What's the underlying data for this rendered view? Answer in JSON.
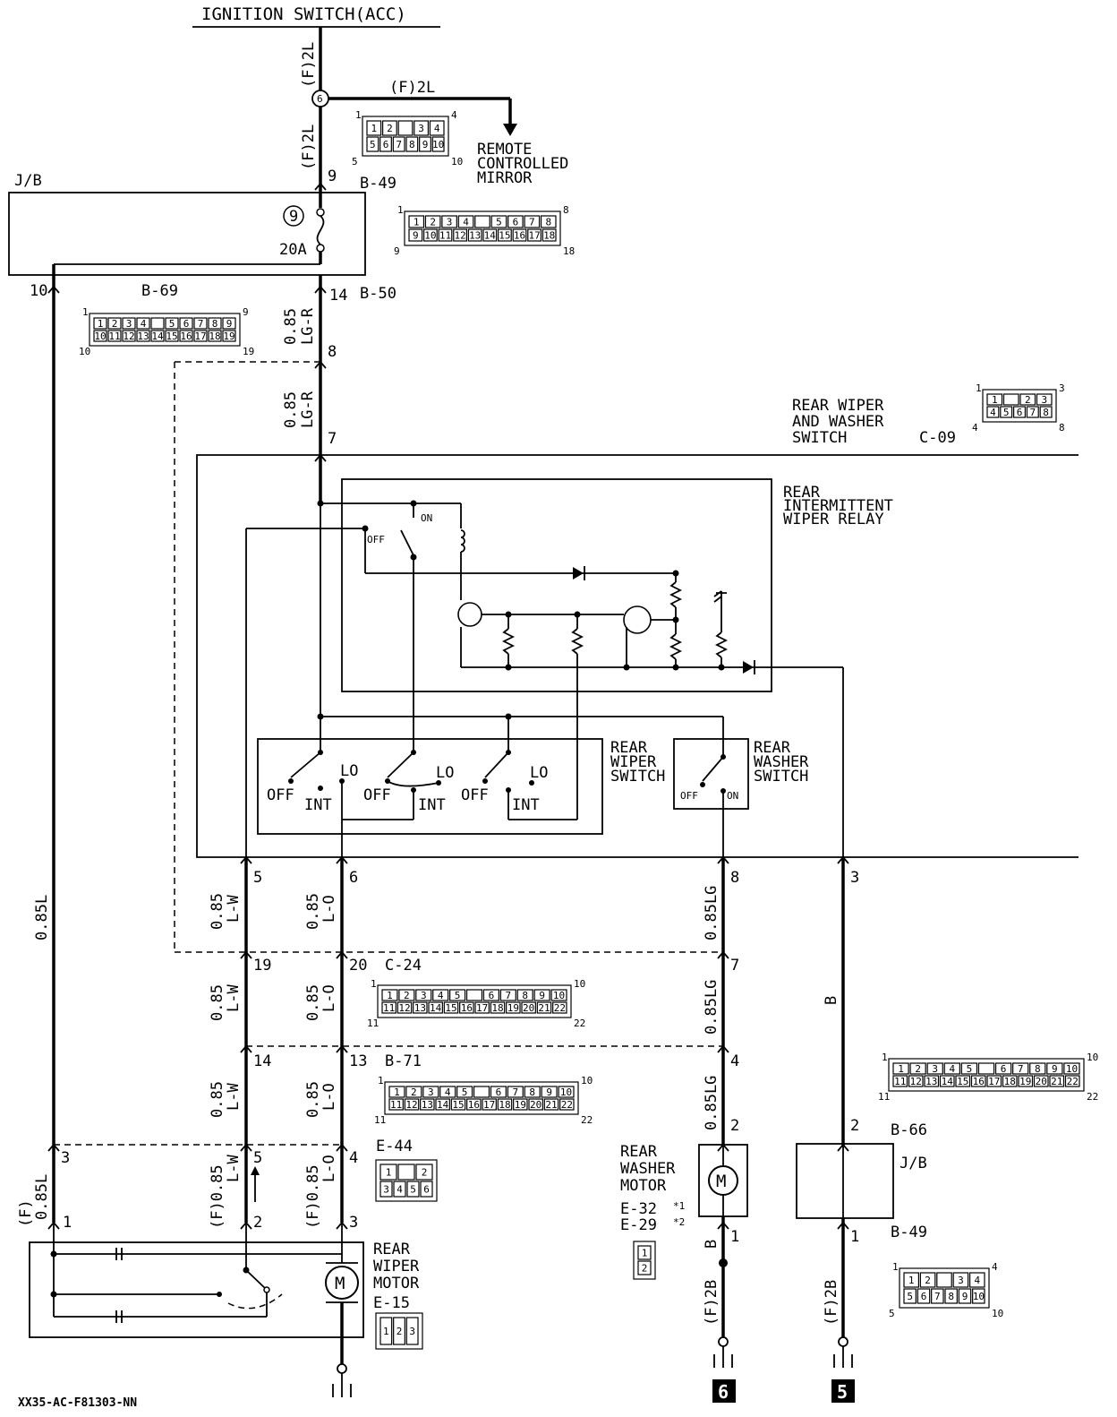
{
  "title": "IGNITION SWITCH(ACC)",
  "footer_code": "XX35-AC-F81303-NN",
  "ground_refs": [
    "6",
    "5"
  ],
  "labels": {
    "f2l_top": "(F)2L",
    "f2l_branch": "(F)2L",
    "f2l_mid": "(F)2L",
    "remote_mirror": [
      "REMOTE",
      "CONTROLLED",
      "MIRROR"
    ],
    "jb_top": "J/B",
    "fuse_num": "9",
    "fuse_rating": "20A",
    "pin_9": "9",
    "b49_top": "B-49",
    "pin_10": "10",
    "b69": "B-69",
    "pin_14_b50": "14",
    "b50": "B-50",
    "wire_085": "0.85",
    "wire_lgr": "LG-R",
    "pin_8_top": "8",
    "pin_7_top": "7",
    "rear_wiper_washer_switch": [
      "REAR WIPER",
      "AND WASHER",
      "SWITCH"
    ],
    "c09": "C-09",
    "relay": [
      "REAR",
      "INTERMITTENT",
      "WIPER RELAY"
    ],
    "on": "ON",
    "off": "OFF",
    "lo": "LO",
    "int": "INT",
    "rear_wiper_switch": [
      "REAR",
      "WIPER",
      "SWITCH"
    ],
    "rear_washer_switch": [
      "REAR",
      "WASHER",
      "SWITCH"
    ],
    "wire_085l": "0.85L",
    "wire_lw": "L-W",
    "wire_lo": "L-O",
    "wire_085lg": "0.85LG",
    "wire_b": "B",
    "pin_5": "5",
    "pin_6": "6",
    "pin_8": "8",
    "pin_3": "3",
    "pin_19": "19",
    "pin_20": "20",
    "c24": "C-24",
    "pin_7": "7",
    "pin_14": "14",
    "pin_13": "13",
    "b71": "B-71",
    "pin_4": "4",
    "pin_2": "2",
    "pin_1": "1",
    "e44": "E-44",
    "b66": "B-66",
    "jb_bottom": "J/B",
    "b49_bottom": "B-49",
    "f_label": "(F)",
    "f085l": "0.85L",
    "f085lw": "(F)0.85",
    "f085lo": "(F)0.85",
    "rear_washer_motor": [
      "REAR",
      "WASHER",
      "MOTOR"
    ],
    "e32": "E-32",
    "e29": "E-29",
    "star1": "*1",
    "star2": "*2",
    "f2b": "(F)2B",
    "rear_wiper_motor": [
      "REAR",
      "WIPER",
      "MOTOR"
    ],
    "e15": "E-15",
    "motor_m": "M"
  },
  "connectors": {
    "b49_top": {
      "row1": [
        "1",
        "2",
        "",
        "3",
        "4"
      ],
      "row2": [
        "5",
        "6",
        "7",
        "8",
        "9",
        "10"
      ],
      "corner": [
        "1",
        "4",
        "5",
        "10"
      ]
    },
    "b50": {
      "row1": [
        "1",
        "2",
        "3",
        "4",
        "",
        "5",
        "6",
        "7",
        "8"
      ],
      "row2": [
        "9",
        "10",
        "11",
        "12",
        "13",
        "14",
        "15",
        "16",
        "17",
        "18"
      ],
      "corner": [
        "1",
        "8",
        "9",
        "18"
      ]
    },
    "b69": {
      "row1": [
        "1",
        "2",
        "3",
        "4",
        "",
        "5",
        "6",
        "7",
        "8",
        "9"
      ],
      "row2": [
        "10",
        "11",
        "12",
        "13",
        "14",
        "15",
        "16",
        "17",
        "18",
        "19"
      ],
      "corner": [
        "1",
        "9",
        "10",
        "19"
      ]
    },
    "c09": {
      "row1": [
        "1",
        "",
        "2",
        "3"
      ],
      "row2": [
        "4",
        "5",
        "6",
        "7",
        "8"
      ],
      "corner": [
        "1",
        "3",
        "4",
        "8"
      ]
    },
    "c24": {
      "row1": [
        "1",
        "2",
        "3",
        "4",
        "5",
        "",
        "6",
        "7",
        "8",
        "9",
        "10"
      ],
      "row2": [
        "11",
        "12",
        "13",
        "14",
        "15",
        "16",
        "17",
        "18",
        "19",
        "20",
        "21",
        "22"
      ],
      "corner": [
        "1",
        "10",
        "11",
        "22"
      ]
    },
    "b71": {
      "row1": [
        "1",
        "2",
        "3",
        "4",
        "5",
        "",
        "6",
        "7",
        "8",
        "9",
        "10"
      ],
      "row2": [
        "11",
        "12",
        "13",
        "14",
        "15",
        "16",
        "17",
        "18",
        "19",
        "20",
        "21",
        "22"
      ],
      "corner": [
        "1",
        "10",
        "11",
        "22"
      ]
    },
    "b66": {
      "row1": [
        "1",
        "2",
        "3",
        "4",
        "5",
        "",
        "6",
        "7",
        "8",
        "9",
        "10"
      ],
      "row2": [
        "11",
        "12",
        "13",
        "14",
        "15",
        "16",
        "17",
        "18",
        "19",
        "20",
        "21",
        "22"
      ],
      "corner": [
        "1",
        "10",
        "11",
        "22"
      ]
    },
    "e44": {
      "row1": [
        "1",
        "",
        "2"
      ],
      "row2": [
        "3",
        "4",
        "5",
        "6"
      ]
    },
    "e32": {
      "row1": [
        "1"
      ],
      "row2": [
        "2"
      ]
    },
    "e15": {
      "row1": [
        "1",
        "2",
        "3"
      ]
    },
    "b49_bottom": {
      "row1": [
        "1",
        "2",
        "",
        "3",
        "4"
      ],
      "row2": [
        "5",
        "6",
        "7",
        "8",
        "9",
        "10"
      ],
      "corner": [
        "1",
        "4",
        "5",
        "10"
      ]
    }
  }
}
